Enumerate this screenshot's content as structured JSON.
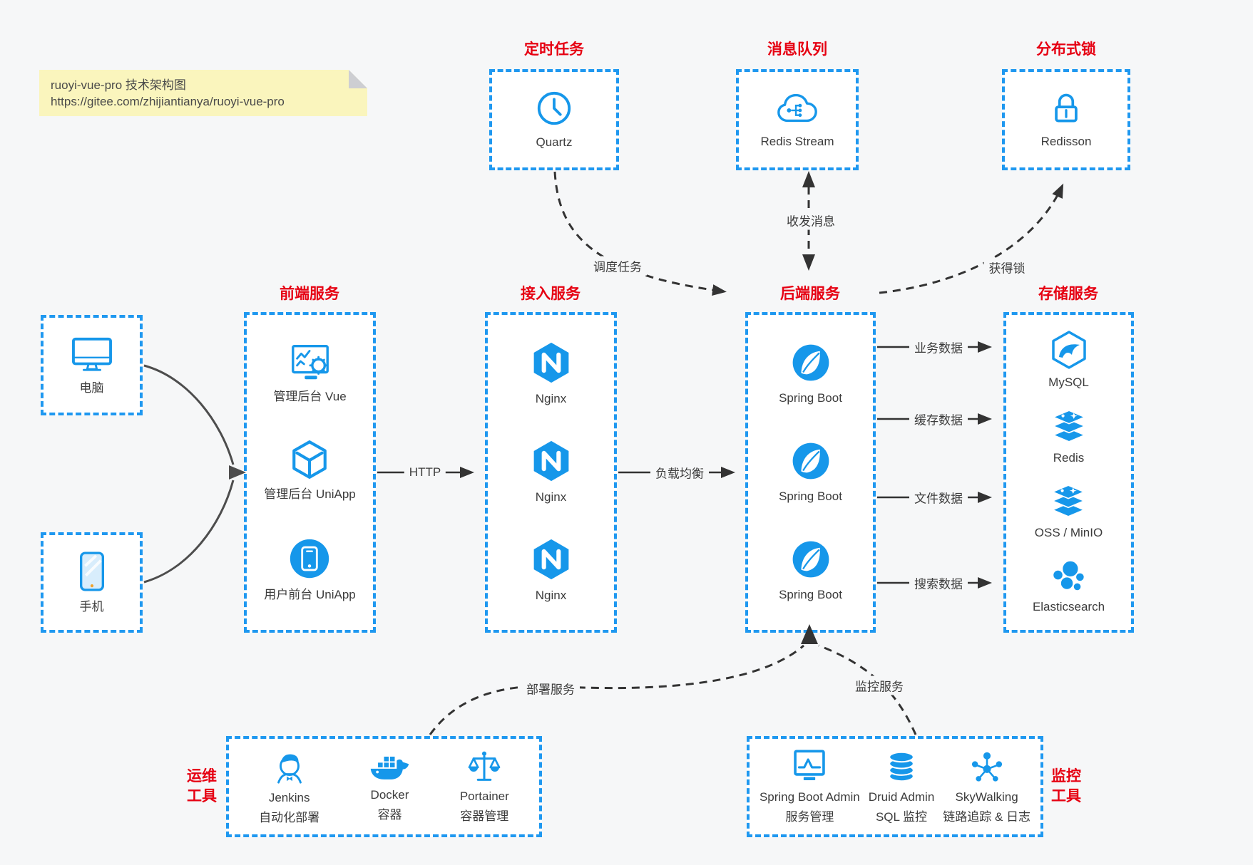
{
  "note": {
    "line1": "ruoyi-vue-pro 技术架构图",
    "line2": "https://gitee.com/zhijiantianya/ruoyi-vue-pro"
  },
  "colors": {
    "accent_blue": "#1f98f0",
    "icon_blue": "#1697ea",
    "title_red": "#e60012",
    "note_yellow": "#faf5bd",
    "arrow_dark": "#333333",
    "arrow_gray": "#4d4d4d",
    "page_bg": "#f6f7f8"
  },
  "top_groups": [
    {
      "title": "定时任务",
      "icon": "clock-icon",
      "label": "Quartz"
    },
    {
      "title": "消息队列",
      "icon": "cloud-stream-icon",
      "label": "Redis Stream"
    },
    {
      "title": "分布式锁",
      "icon": "lock-icon",
      "label": "Redisson"
    }
  ],
  "clients": [
    {
      "icon": "desktop-icon",
      "label": "电脑"
    },
    {
      "icon": "phone-icon",
      "label": "手机"
    }
  ],
  "columns": [
    {
      "title": "前端服务",
      "items": [
        {
          "icon": "admin-vue-icon",
          "label": "管理后台 Vue"
        },
        {
          "icon": "uniapp-cube-icon",
          "label": "管理后台 UniApp"
        },
        {
          "icon": "user-app-icon",
          "label": "用户前台 UniApp"
        }
      ]
    },
    {
      "title": "接入服务",
      "items": [
        {
          "icon": "nginx-icon",
          "label": "Nginx"
        },
        {
          "icon": "nginx-icon",
          "label": "Nginx"
        },
        {
          "icon": "nginx-icon",
          "label": "Nginx"
        }
      ]
    },
    {
      "title": "后端服务",
      "items": [
        {
          "icon": "spring-boot-icon",
          "label": "Spring Boot"
        },
        {
          "icon": "spring-boot-icon",
          "label": "Spring Boot"
        },
        {
          "icon": "spring-boot-icon",
          "label": "Spring Boot"
        }
      ]
    },
    {
      "title": "存储服务",
      "items": [
        {
          "icon": "mysql-icon",
          "label": "MySQL"
        },
        {
          "icon": "redis-icon",
          "label": "Redis"
        },
        {
          "icon": "oss-icon",
          "label": "OSS / MinIO"
        },
        {
          "icon": "elasticsearch-icon",
          "label": "Elasticsearch"
        }
      ]
    }
  ],
  "bottom_groups": [
    {
      "title_lines": [
        "运维",
        "工具"
      ],
      "items": [
        {
          "icon": "jenkins-icon",
          "label": "Jenkins",
          "sublabel": "自动化部署"
        },
        {
          "icon": "docker-icon",
          "label": "Docker",
          "sublabel": "容器"
        },
        {
          "icon": "portainer-icon",
          "label": "Portainer",
          "sublabel": "容器管理"
        }
      ]
    },
    {
      "title_lines": [
        "监控",
        "工具"
      ],
      "items": [
        {
          "icon": "spring-boot-admin-icon",
          "label": "Spring Boot Admin",
          "sublabel": "服务管理"
        },
        {
          "icon": "druid-icon",
          "label": "Druid Admin",
          "sublabel": "SQL 监控"
        },
        {
          "icon": "skywalking-icon",
          "label": "SkyWalking",
          "sublabel": "链路追踪 & 日志"
        }
      ]
    }
  ],
  "edges": {
    "http": "HTTP",
    "load_balance": "负载均衡",
    "data_labels": [
      "业务数据",
      "缓存数据",
      "文件数据",
      "搜索数据"
    ],
    "schedule": "调度任务",
    "messages": "收发消息",
    "lock": "获得锁",
    "deploy": "部署服务",
    "monitor": "监控服务"
  }
}
